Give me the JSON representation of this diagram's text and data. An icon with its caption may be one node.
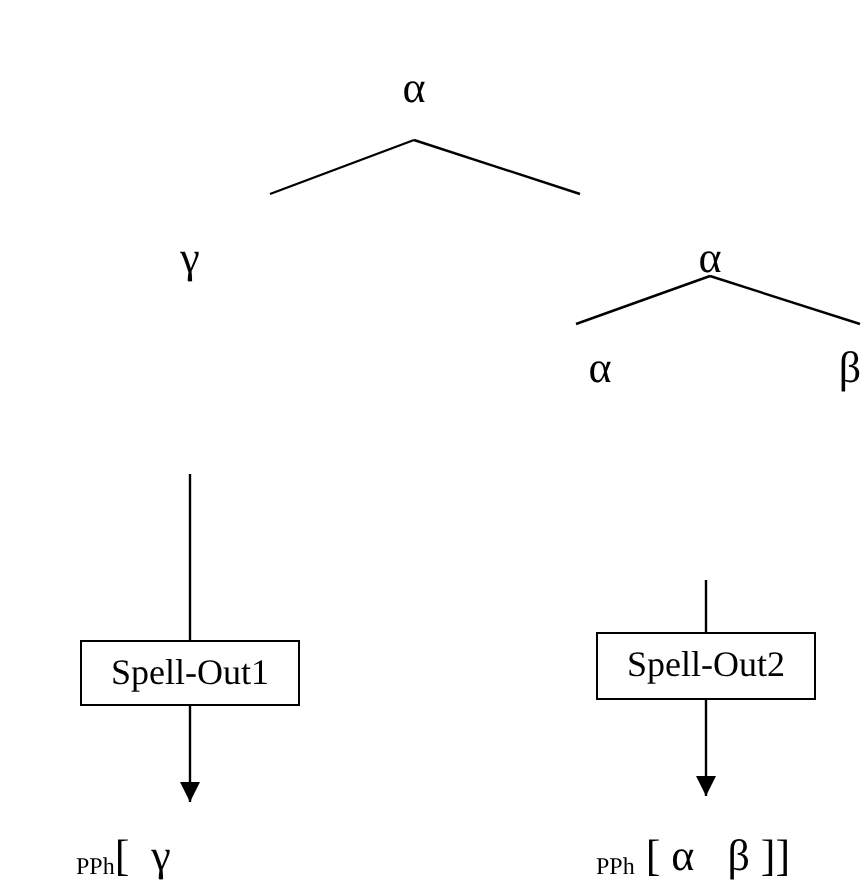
{
  "diagram": {
    "nodes": [
      {
        "text": [
          "α"
        ]
      },
      {
        "text": [
          "γ"
        ]
      },
      {
        "text": [
          "α"
        ]
      },
      {
        "text": [
          "α"
        ]
      },
      {
        "text": [
          "β"
        ]
      },
      {
        "text": [
          "Spell-Out1"
        ]
      },
      {
        "text": [
          "Spell-Out2"
        ]
      },
      {
        "text": [
          "$_{PPh}$[  γ"
        ]
      },
      {
        "text": [
          "$_{PPh}$ [ α   β ]]"
        ]
      }
    ],
    "edges": [
      {
        "from": 0,
        "to": 1,
        "arrow": "none"
      },
      {
        "from": 0,
        "to": 2,
        "arrow": "none"
      },
      {
        "from": 2,
        "to": 3,
        "arrow": "none"
      },
      {
        "from": 2,
        "to": 4,
        "arrow": "none"
      },
      {
        "from": null,
        "to": 5,
        "arrow": "none"
      },
      {
        "from": null,
        "to": 6,
        "arrow": "none"
      },
      {
        "from": 5,
        "to": 7,
        "arrow": "to"
      },
      {
        "from": 6,
        "to": 8,
        "arrow": "to"
      }
    ]
  }
}
